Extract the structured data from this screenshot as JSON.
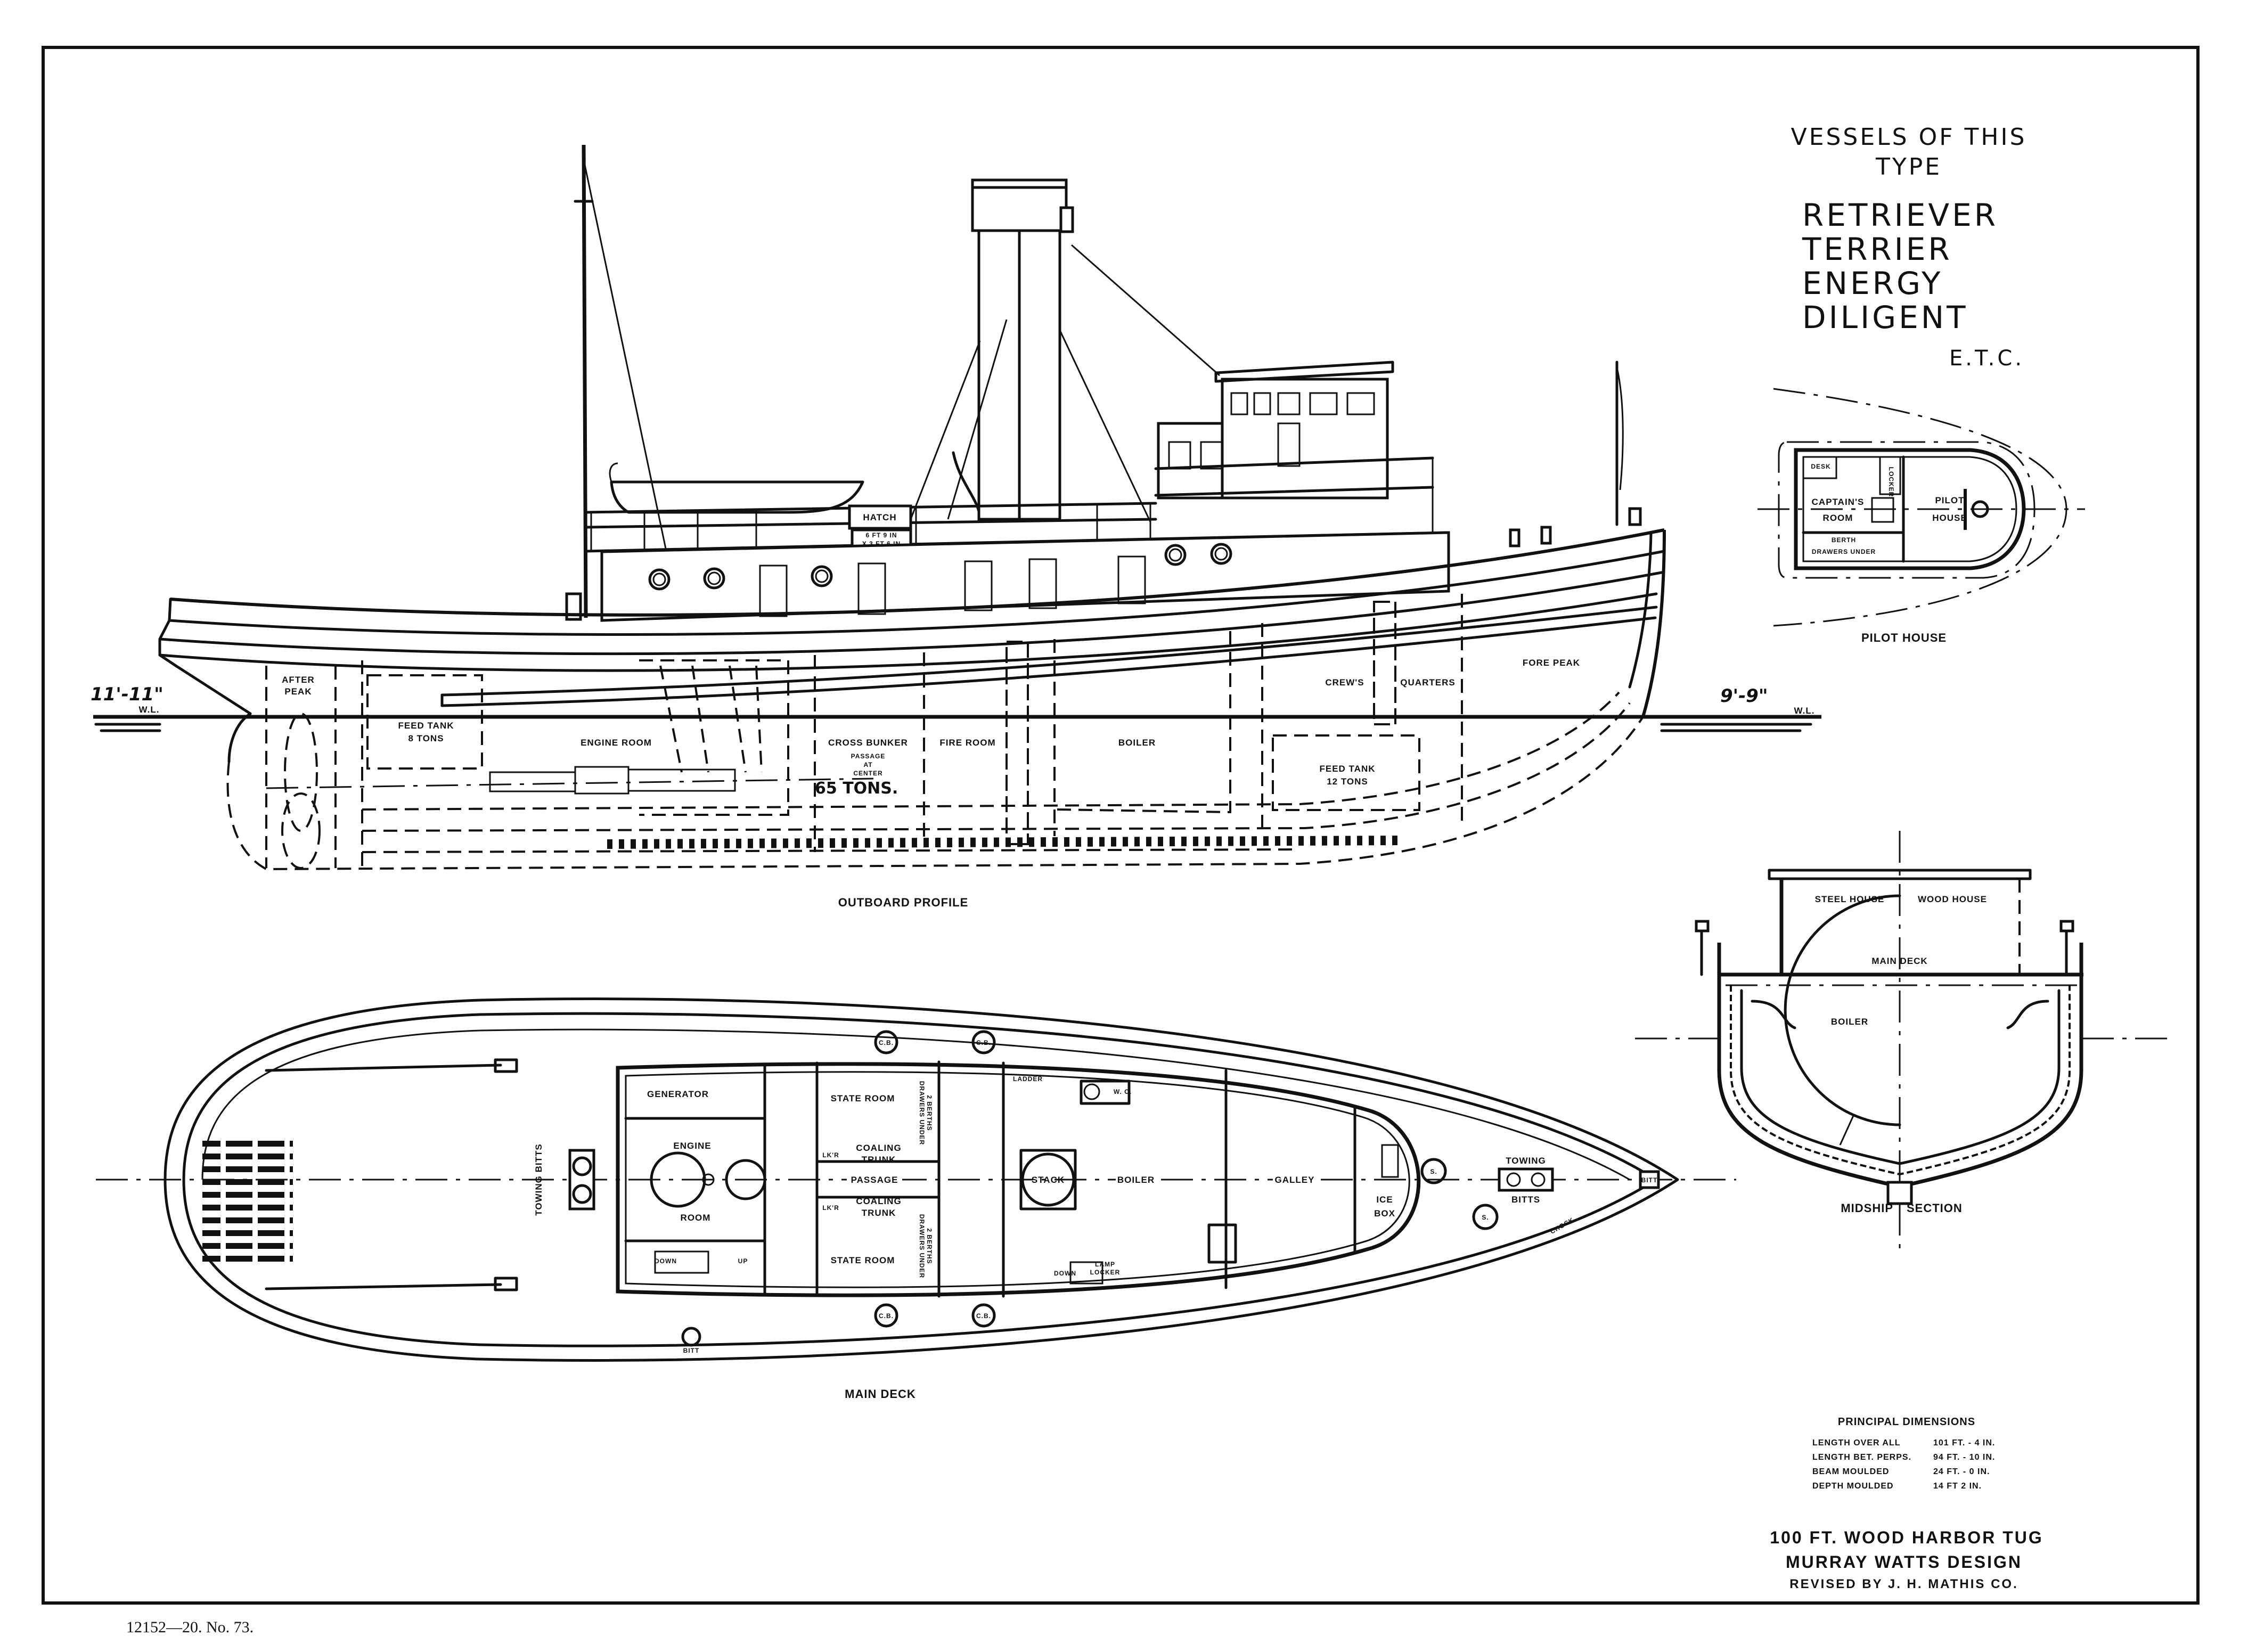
{
  "sheet": {
    "number": "12152—20. No. 73."
  },
  "vessels": {
    "heading_line1": "VESSELS OF THIS",
    "heading_line2": "TYPE",
    "names": [
      "RETRIEVER",
      "TERRIER",
      "ENERGY",
      "DILIGENT"
    ],
    "etc": "E.T.C."
  },
  "pilot_house": {
    "title": "PILOT HOUSE",
    "desk": "DESK",
    "locker": "LOCKER",
    "captains": "CAPTAIN'S",
    "room": "ROOM",
    "pilot": "PILOT",
    "house": "HOUSE",
    "berth": "BERTH",
    "drawers_under": "DRAWERS UNDER"
  },
  "profile": {
    "title": "OUTBOARD PROFILE",
    "draft_aft": "11'-11\"",
    "draft_fwd": "9'-9\"",
    "wl": "W.L.",
    "hatch": "HATCH",
    "hatch_dim1": "6 FT 9 IN",
    "hatch_dim2": "X 3 FT 6 IN",
    "after_peak_1": "AFTER",
    "after_peak_2": "PEAK",
    "feed_tank_aft_1": "FEED TANK",
    "feed_tank_aft_2": "8 TONS",
    "engine_room": "ENGINE ROOM",
    "cross_bunker": "CROSS BUNKER",
    "passage_1": "PASSAGE",
    "passage_2": "AT",
    "passage_3": "CENTER",
    "bunker_tons": "65 TONS.",
    "fire_room": "FIRE ROOM",
    "boiler": "BOILER",
    "crews": "CREW'S",
    "quarters": "QUARTERS",
    "fore_peak": "FORE PEAK",
    "feed_tank_fwd_1": "FEED TANK",
    "feed_tank_fwd_2": "12 TONS"
  },
  "main_deck": {
    "title": "MAIN DECK",
    "generator": "GENERATOR",
    "engine": "ENGINE",
    "room": "ROOM",
    "state_room": "STATE ROOM",
    "coaling": "COALING",
    "trunk": "TRUNK",
    "lkr": "LK'R",
    "berths": "2 BERTHS",
    "drawers_under": "DRAWERS UNDER",
    "passage": "PASSAGE",
    "stack": "STACK",
    "boiler": "BOILER",
    "galley": "GALLEY",
    "ice": "ICE",
    "box": "BOX",
    "wc": "W. C.",
    "ladder": "LADDER",
    "lamp": "LAMP",
    "locker": "LOCKER",
    "down": "DOWN",
    "up": "UP",
    "towing": "TOWING",
    "bitts": "BITTS",
    "towing_bitts": "TOWING BITTS",
    "bitt": "BITT",
    "s": "S.",
    "cb": "C.B.",
    "chock": "CHOCK"
  },
  "midship": {
    "title_left": "MIDSHIP",
    "title_right": "SECTION",
    "steel_house": "STEEL HOUSE",
    "wood_house": "WOOD HOUSE",
    "main_deck": "MAIN DECK",
    "boiler": "BOILER"
  },
  "dimensions": {
    "title": "PRINCIPAL DIMENSIONS",
    "rows": [
      {
        "label": "LENGTH OVER ALL",
        "value": "101 FT. - 4 IN."
      },
      {
        "label": "LENGTH BET. PERPS.",
        "value": "94 FT. - 10 IN."
      },
      {
        "label": "BEAM MOULDED",
        "value": "24 FT. - 0 IN."
      },
      {
        "label": "DEPTH MOULDED",
        "value": "14 FT  2 IN."
      }
    ]
  },
  "title_block": {
    "line1": "100 FT. WOOD HARBOR TUG",
    "line2": "MURRAY WATTS DESIGN",
    "line3": "REVISED BY J. H. MATHIS CO."
  }
}
